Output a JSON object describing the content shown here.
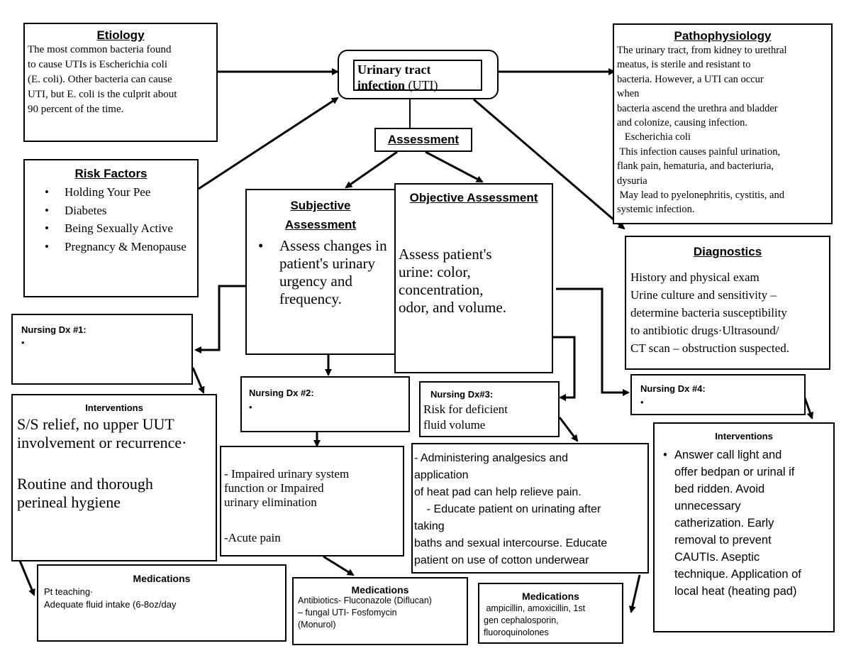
{
  "central": {
    "title_line1": "Urinary tract",
    "title_line2a": "infection",
    "title_line2b": "(UTI)"
  },
  "assessment": {
    "label": "Assessment"
  },
  "etiology": {
    "title": "Etiology",
    "lines": [
      "The most common bacteria found",
      "to cause UTIs is Escherichia coli",
      "(E. coli). Other bacteria can cause",
      "UTI, but E. coli is the culprit about",
      "90 percent of the time."
    ]
  },
  "pathophysiology": {
    "title": "Pathophysiology",
    "lines": [
      "The urinary tract, from kidney to urethral",
      "meatus, is sterile and resistant to",
      "bacteria. However, a UTI can occur",
      "when",
      "bacteria ascend the urethra and bladder",
      "and colonize, causing infection.",
      "   Escherichia coli",
      " This infection causes painful urination,",
      "flank pain, hematuria, and bacteriuria,",
      "dysuria",
      " May lead to pyelonephritis, cystitis, and",
      "systemic infection."
    ]
  },
  "risk_factors": {
    "title": "Risk Factors",
    "items": [
      "Holding Your Pee",
      "Diabetes",
      "Being Sexually Active",
      "Pregnancy & Menopause"
    ]
  },
  "subjective": {
    "title_line1": "Subjective",
    "title_line2": "Assessment",
    "bullet_text": "Assess changes in patient's urinary urgency and frequency."
  },
  "objective": {
    "title": "Objective Assessment",
    "lines": [
      "Assess patient's",
      "urine: color,",
      "concentration,",
      "odor, and volume."
    ]
  },
  "diagnostics": {
    "title": "Diagnostics",
    "lines": [
      "History and physical exam",
      "Urine culture and sensitivity –",
      "determine bacteria susceptibility",
      "to antibiotic drugs·Ultrasound/",
      "CT scan – obstruction suspected."
    ]
  },
  "dx1": {
    "title": "Nursing Dx #1:",
    "bullet": "•"
  },
  "dx2": {
    "title": "Nursing Dx #2:",
    "bullet": "•"
  },
  "dx3": {
    "title": "Nursing Dx#3:",
    "lines": [
      "Risk for deficient",
      "fluid volume"
    ]
  },
  "dx4": {
    "title": "Nursing Dx #4:",
    "bullet": "•"
  },
  "interventions1": {
    "title": "Interventions",
    "lines": [
      "S/S relief, no upper UUT",
      "involvement or recurrence·",
      "",
      "Routine and thorough",
      "perineal hygiene"
    ]
  },
  "dx2_text": {
    "lines": [
      "Impaired urinary system",
      "function or Impaired",
      "urinary elimination",
      "",
      "-Acute pain"
    ]
  },
  "dx3_interventions": {
    "lines": [
      "- Administering analgesics and",
      "application",
      "of heat pad can help relieve pain.",
      "    - Educate patient on urinating after",
      "taking",
      "baths and sexual intercourse. Educate",
      "patient on use of cotton underwear"
    ]
  },
  "interventions4": {
    "title": "Interventions",
    "lines": [
      "Answer call light and",
      "offer bedpan or urinal if",
      "bed ridden. Avoid",
      "unnecessary",
      "catherization. Early",
      "removal to prevent",
      "CAUTIs. Aseptic",
      "technique. Application of",
      "local heat (heating pad)"
    ]
  },
  "medications1": {
    "title": "Medications",
    "lines": [
      "Pt teaching·",
      "Adequate fluid intake (6-8oz/day"
    ]
  },
  "medications2": {
    "title": "Medications",
    "lines": [
      "Antibiotics- Fluconazole (Diflucan)",
      "– fungal UTI- Fosfomycin",
      "(Monurol)"
    ]
  },
  "medications3": {
    "title": "Medications",
    "lines": [
      " ampicillin, amoxicillin, 1st",
      "gen cephalosporin,",
      "fluoroquinolones"
    ]
  }
}
